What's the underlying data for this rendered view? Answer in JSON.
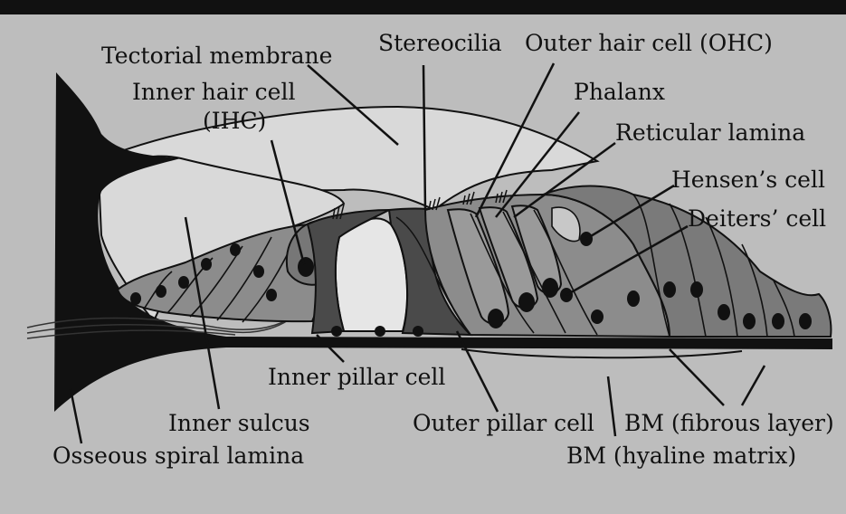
{
  "colors": {
    "background": "#bdbdbd",
    "ink": "#111111",
    "light_tissue": "#d9d9d9",
    "mid_tissue": "#8c8c8c",
    "dark_tissue": "#4a4a4a"
  },
  "labels": {
    "tectorial_membrane": "Tectorial membrane",
    "stereocilia": "Stereocilia",
    "outer_hair_cell": "Outer hair cell (OHC)",
    "inner_hair_cell_line1": "Inner hair cell",
    "inner_hair_cell_line2": "(IHC)",
    "phalanx": "Phalanx",
    "reticular_lamina": "Reticular lamina",
    "hensens_cell": "Hensen’s cell",
    "deiters_cell": "Deiters’ cell",
    "inner_pillar_cell": "Inner pillar cell",
    "inner_sulcus": "Inner sulcus",
    "outer_pillar_cell": "Outer pillar cell",
    "bm_fibrous_layer": "BM (fibrous layer)",
    "osseous_spiral_lamina": "Osseous spiral lamina",
    "bm_hyaline_matrix": "BM (hyaline matrix)"
  }
}
